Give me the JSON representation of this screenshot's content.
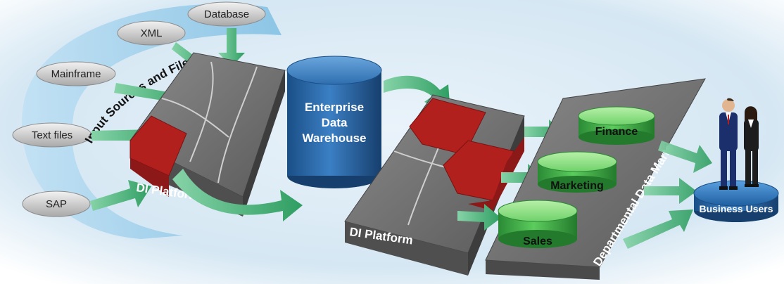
{
  "input_sources": {
    "title": "Input Sources and Files",
    "items": [
      "Database",
      "XML",
      "Mainframe",
      "Text files",
      "SAP"
    ]
  },
  "di_platform_1": {
    "label": "DI Platform"
  },
  "warehouse": {
    "line1": "Enterprise",
    "line2": "Data",
    "line3": "Warehouse"
  },
  "di_platform_2": {
    "label": "DI Platform"
  },
  "data_marts": {
    "title": "Departmental Data Marts",
    "items": [
      "Finance",
      "Marketing",
      "Sales"
    ]
  },
  "users": {
    "label": "Business Users"
  },
  "colors": {
    "green_arrow": "#3aa86b",
    "blue_cylinder": "#1f5fa0",
    "platform_gray": "#6e6e6e",
    "puzzle_red": "#b2201e",
    "mart_green": "#3cb44b",
    "sky_blue": "#cfe3f1"
  }
}
